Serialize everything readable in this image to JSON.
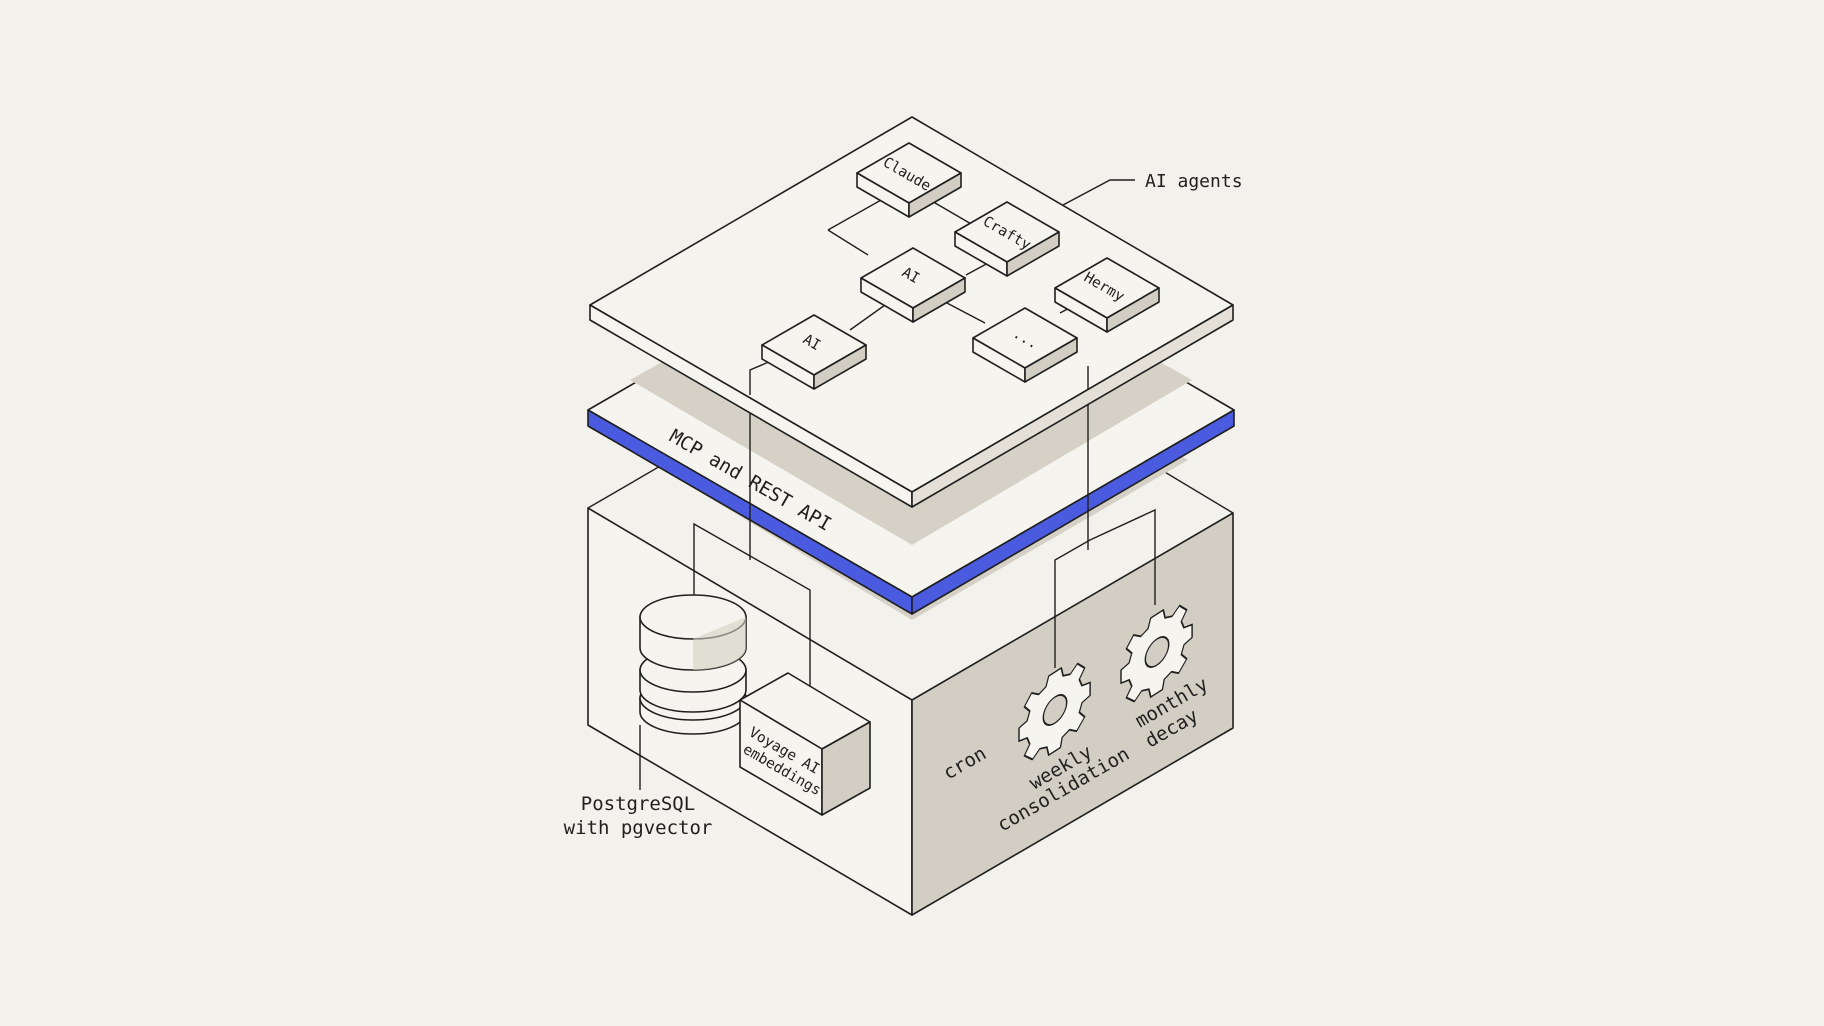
{
  "colors": {
    "background": "#f3f1eb",
    "face_light": "#f6f4ee",
    "face_shade": "#d3cec3",
    "shadow": "#d6d1c6",
    "api_band": "#4a5be0",
    "ink": "#1f1f1f"
  },
  "top_layer": {
    "callout": "AI agents",
    "agents": [
      {
        "label": "Claude"
      },
      {
        "label": "Crafty"
      },
      {
        "label": "AI"
      },
      {
        "label": "Hermy"
      },
      {
        "label": "AI"
      },
      {
        "label": "..."
      }
    ]
  },
  "middle_layer": {
    "label": "MCP and REST API"
  },
  "bottom_layer": {
    "database_label_line1": "PostgreSQL",
    "database_label_line2": "with pgvector",
    "embeddings_line1": "Voyage AI",
    "embeddings_line2": "embeddings",
    "cron_label": "cron",
    "weekly_line1": "weekly",
    "weekly_line2": "consolidation",
    "monthly_line1": "monthly",
    "monthly_line2": "decay",
    "icons": [
      "database-icon",
      "gear-icon",
      "gear-icon"
    ]
  }
}
